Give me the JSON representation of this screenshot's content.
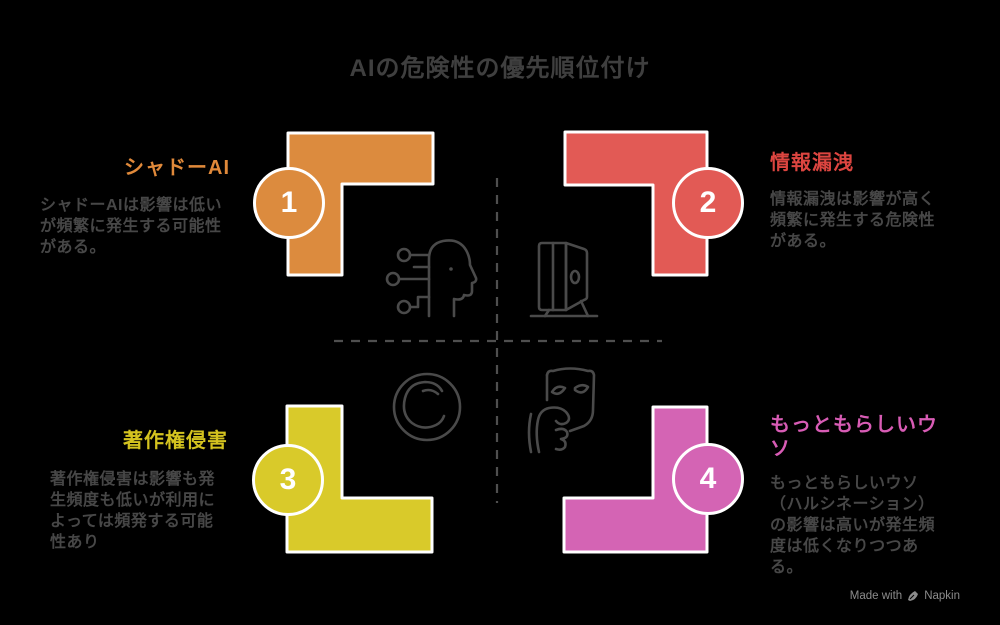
{
  "title": {
    "text": "AIの危険性の優先順位付け",
    "color": "#3f3f3f"
  },
  "quadrants": [
    {
      "number": "1",
      "heading": "シャドーAI",
      "heading_color": "#e0893a",
      "shape_color": "#dc8b3e",
      "body": "シャドーAIは影響は低いが頻繁に発生する可能性がある。",
      "icon": "ai-head-icon"
    },
    {
      "number": "2",
      "heading": "情報漏洩",
      "heading_color": "#dc4540",
      "shape_color": "#e25a55",
      "body": "情報漏洩は影響が高く頻繁に発生する危険性がある。",
      "icon": "open-door-icon"
    },
    {
      "number": "3",
      "heading": "著作権侵害",
      "heading_color": "#d4c31f",
      "shape_color": "#d9ca2a",
      "body": "著作権侵害は影響も発生頻度も低いが利用によっては頻発する可能性あり",
      "icon": "copyright-icon"
    },
    {
      "number": "4",
      "heading": "もっともらしいウソ",
      "heading_color": "#d85cb5",
      "shape_color": "#d464b4",
      "body": "もっともらしいウソ（ハルシネーション）の影響は高いが発生頻度は低くなりつつある。",
      "icon": "mask-icon"
    }
  ],
  "colors": {
    "background": "#000000",
    "body_text": "#474747",
    "icon_stroke": "#4a4a4a",
    "dashed_line": "#4f4f4f",
    "circle_ring": "#ffffff",
    "circle_number": "#ffffff",
    "watermark": "#8c8c8c"
  },
  "watermark": {
    "made_with": "Made with",
    "brand": "Napkin",
    "icon": "pen-nib-icon"
  }
}
